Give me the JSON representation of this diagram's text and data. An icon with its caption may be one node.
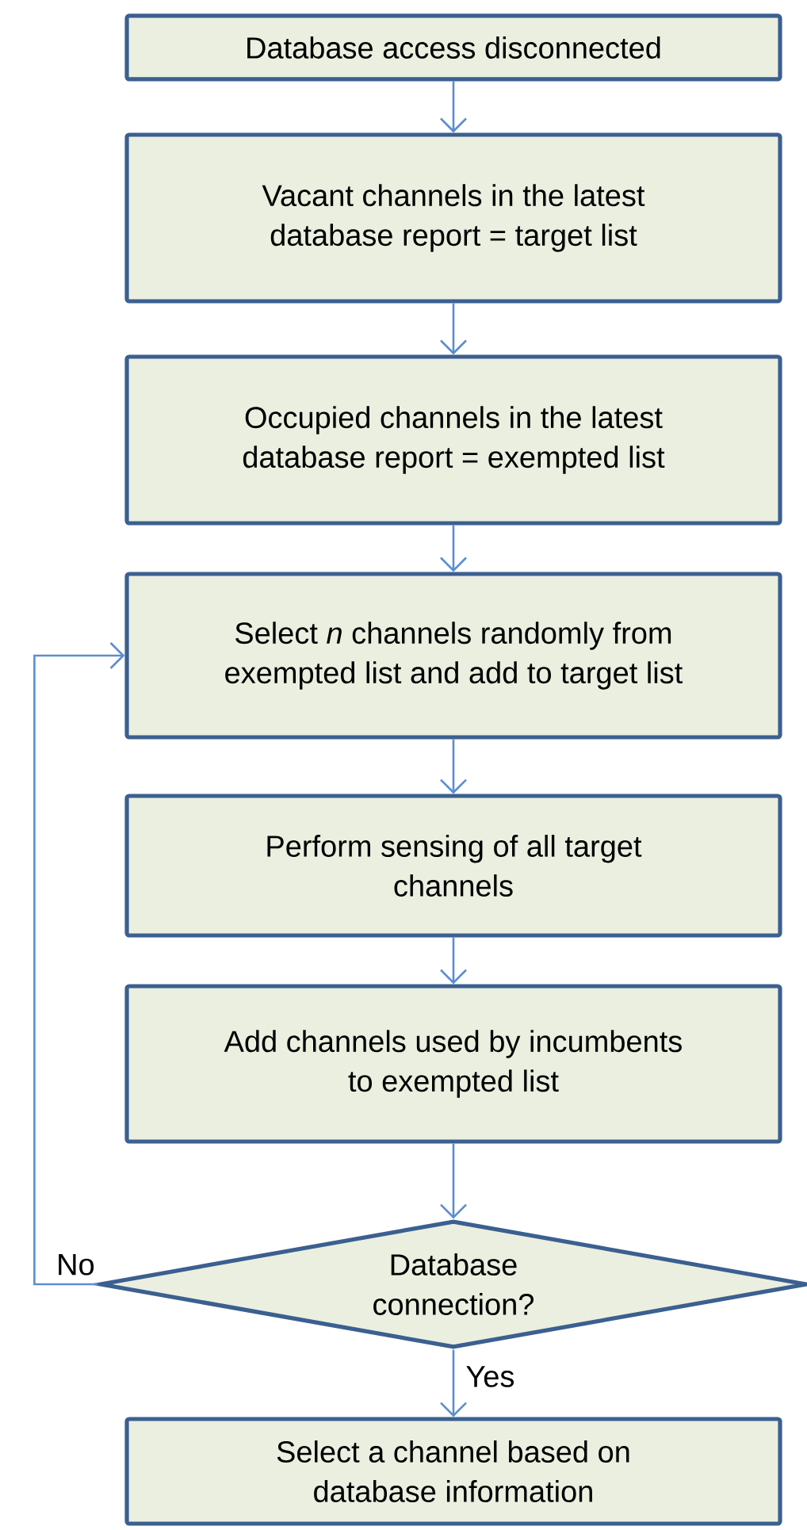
{
  "diagram": {
    "nodes": [
      {
        "text": [
          "Database access disconnected"
        ]
      },
      {
        "text": [
          "Vacant channels in the latest database report = target list"
        ]
      },
      {
        "text": [
          "Occupied channels  in the latest database report = exempted list"
        ]
      },
      {
        "text": [
          "Select *n* channels randomly from exempted list and add to target list"
        ]
      },
      {
        "text": [
          "Perform sensing of all target channels"
        ]
      },
      {
        "text": [
          "Add channels used by incumbents to exempted list"
        ]
      },
      {
        "text": [
          "Database connection?"
        ]
      },
      {
        "text": [
          "Select a channel based on database information"
        ]
      }
    ],
    "edges": [
      {
        "from": 0,
        "to": 1,
        "arrow": "to"
      },
      {
        "from": 1,
        "to": 2,
        "arrow": "to"
      },
      {
        "from": 2,
        "to": 3,
        "arrow": "to"
      },
      {
        "from": 3,
        "to": 4,
        "arrow": "to"
      },
      {
        "from": 4,
        "to": 5,
        "arrow": "to"
      },
      {
        "from": 5,
        "to": 6,
        "arrow": "to"
      },
      {
        "from": 6,
        "to": 3,
        "arrow": "to",
        "label": "No"
      },
      {
        "from": 6,
        "to": 7,
        "arrow": "to",
        "label": "Yes"
      }
    ]
  }
}
